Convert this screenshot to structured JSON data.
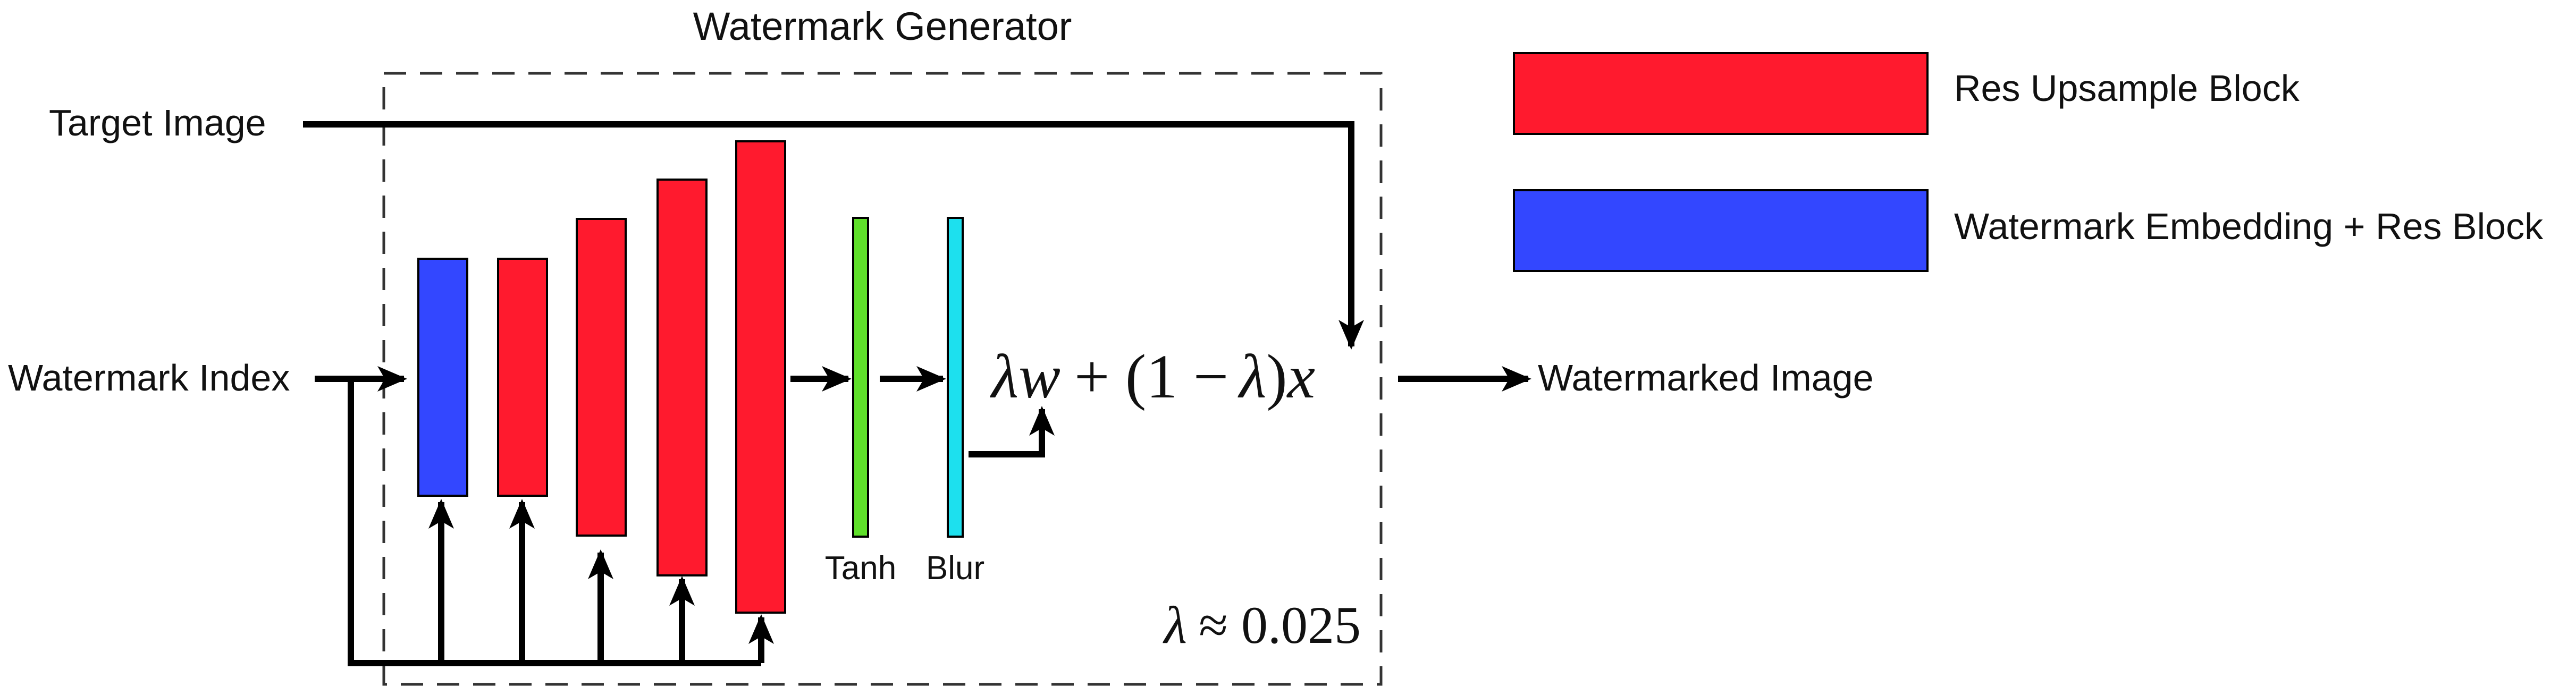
{
  "title": "Watermark Generator",
  "inputs": {
    "target_image": "Target Image",
    "watermark_index": "Watermark Index"
  },
  "output": "Watermarked Image",
  "layers": {
    "tanh": "Tanh",
    "blur": "Blur"
  },
  "formula": {
    "lambda": "λ",
    "w": "w",
    "plus_one": "+ (1 −",
    "lambda2": "λ",
    "close": ")",
    "x": "x"
  },
  "lambda_value": {
    "symbol": "λ",
    "approx": "≈ 0.025"
  },
  "legend": [
    {
      "label": "Res Upsample Block",
      "color": "#ff1a2e"
    },
    {
      "label": "Watermark Embedding + Res Block",
      "color": "#3347ff"
    }
  ],
  "colors": {
    "res_upsample": "#ff1a2e",
    "embedding": "#3347ff",
    "tanh": "#5fe02a",
    "blur": "#1de0ee"
  }
}
